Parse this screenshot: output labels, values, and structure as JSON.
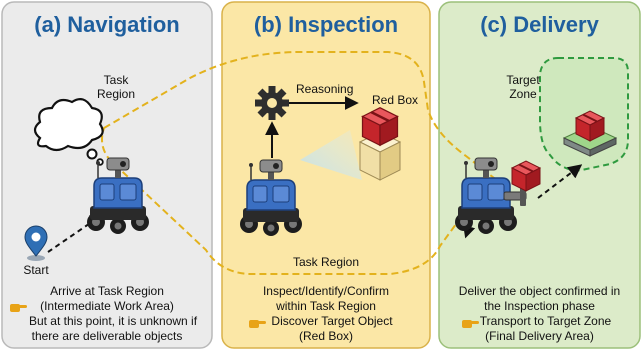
{
  "panels": [
    {
      "id": "navigation",
      "title": "(a) Navigation",
      "labels": {
        "task_region": [
          "Task",
          "Region"
        ],
        "start": "Start"
      },
      "caption": [
        "Arrive at Task Region",
        "(Intermediate Work Area)",
        "But at this point, it is unknown if",
        "there are deliverable objects"
      ],
      "colors": {
        "fill": "#ebebeb",
        "border": "#b9b9b9"
      }
    },
    {
      "id": "inspection",
      "title": "(b) Inspection",
      "labels": {
        "reasoning": "Reasoning",
        "red_box": "Red Box",
        "task_region": "Task Region"
      },
      "caption": [
        "Inspect/Identify/Confirm",
        "within Task Region",
        "Discover Target Object",
        "(Red Box)"
      ],
      "colors": {
        "fill": "#fbe7a6",
        "border": "#d9b24a"
      }
    },
    {
      "id": "delivery",
      "title": "(c) Delivery",
      "labels": {
        "target_zone": [
          "Target",
          "Zone"
        ]
      },
      "caption": [
        "Deliver the object confirmed in",
        "the Inspection phase",
        "Transport to Target Zone",
        "(Final Delivery Area)"
      ],
      "colors": {
        "fill": "#dcebc9",
        "border": "#9cc07a"
      }
    }
  ],
  "hand_icon": "pointing-hand-icon",
  "colors": {
    "title": "#1f5f9e",
    "robot": "#3a6fc2",
    "box": "#d9343a",
    "task_region_border": "#e3b21d",
    "target_zone_border": "#2f9a3f"
  }
}
